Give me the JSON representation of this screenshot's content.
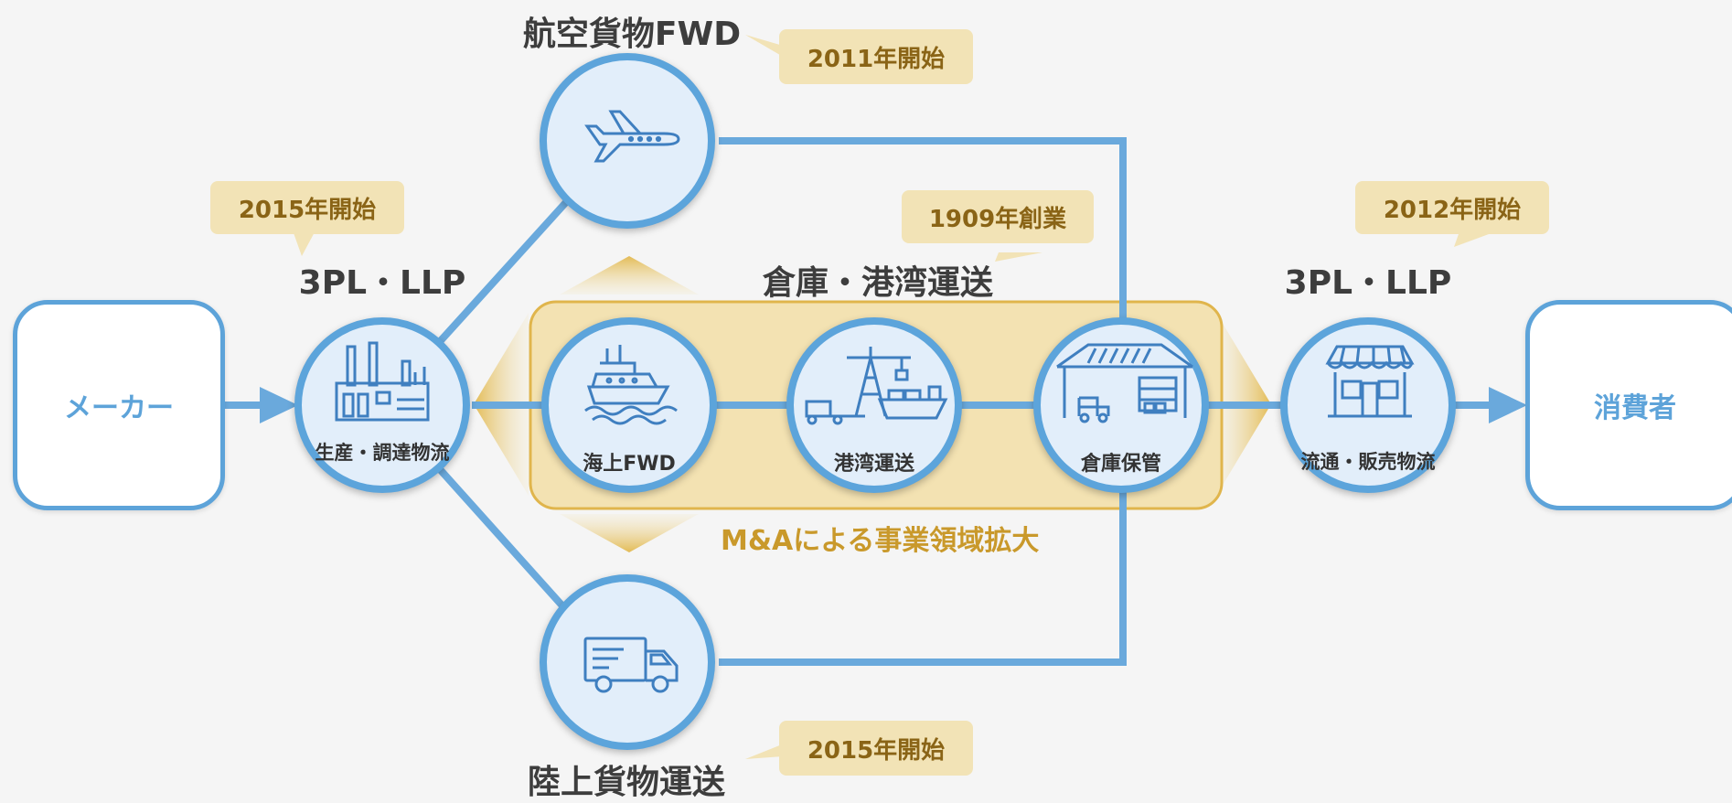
{
  "endpoints": {
    "maker": "メーカー",
    "consumer": "消費者"
  },
  "nodes": {
    "production": "生産・調達物流",
    "sea_fwd": "海上FWD",
    "port_transport": "港湾運送",
    "warehouse": "倉庫保管",
    "distribution": "流通・販売物流"
  },
  "headings": {
    "air_fwd": "航空貨物FWD",
    "land_transport": "陸上貨物運送",
    "warehouse_port": "倉庫・港湾運送",
    "left_3pl": "3PL・LLP",
    "right_3pl": "3PL・LLP"
  },
  "tags": {
    "air_start": "2011年開始",
    "left_3pl_start": "2015年開始",
    "founded": "1909年創業",
    "right_3pl_start": "2012年開始",
    "land_start": "2015年開始"
  },
  "ma_label": "M&Aによる事業領域拡大",
  "colors": {
    "line_blue": "#6aa9dc",
    "circle_border": "#5ca4db",
    "circle_fill": "#e2eefa",
    "icon_blue": "#3f7fc0",
    "tag_bg": "#f2e3b6",
    "tag_text": "#8a6416",
    "gold": "#c9992b",
    "gold_fill": "#f3e2b2"
  }
}
